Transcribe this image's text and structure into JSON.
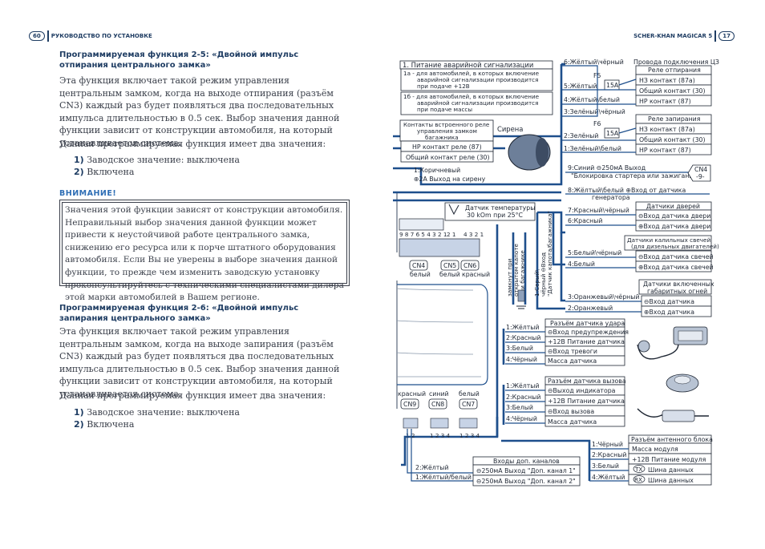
{
  "header": {
    "left_page": "60",
    "left_title": "РУКОВОДСТВО ПО УСТАНОВКЕ",
    "right_title": "SCHER-KHAN MAGICAR 5",
    "right_page": "17"
  },
  "section1": {
    "title_line1": "Программируемая функция 2-5: «Двойной импульс",
    "title_line2": "отпирания центрального замка»",
    "p1": "Эта функция включает такой режим управления центральным замком, когда на выходе отпирания (разъём CN3) каждый раз будет появляться два последовательных импульса длительностью в 0.5 сек. Выбор значения данной функции зависит от конструкции автомобиля, на который устанавливается система.",
    "p2": "Данная программируемая функция имеет два значения:",
    "v1_num": "1)",
    "v1": "Заводское значение: выключена",
    "v2_num": "2)",
    "v2": "Включена"
  },
  "warning": {
    "title": "ВНИМАНИЕ!",
    "text": "Значения этой функции зависят от конструкции автомобиля. Неправильный выбор значения данной функции может привести к неустойчивой работе центрального замка, снижению его ресурса или к порче штатного оборудования автомобиля. Если Вы не уверены в выборе значения данной функции, то прежде чем изменить заводскую установку проконсультируйтесь с техническими специалистами дилера этой марки автомобилей в Вашем регионе."
  },
  "section2": {
    "title_line1": "Программируемая функция 2-6: «Двойной импульс",
    "title_line2": "запирания центрального замка»",
    "p1": "Эта функция включает такой режим управления центральным замком, когда на выходе запирания (разъём CN3) каждый раз будет появляться два последовательных импульса длительностью в 0.5 сек. Выбор значения данной функции зависит от конструкции автомобиля, на который устанавливается система.",
    "p2": "Данная программируемая функция имеет два значения:",
    "v1_num": "1)",
    "v1": "Заводское значение: выключена",
    "v2_num": "2)",
    "v2": "Включена"
  },
  "diagram": {
    "alarm_title": "1. Питание аварийной сигнализации",
    "alarm_1a": [
      "1а - для автомобилей, в которых включение",
      "аварийной сигнализации производится",
      "при подаче +12В"
    ],
    "alarm_1b": [
      "1б - для автомобилей, в которых включение",
      "аварийной сигнализации производится",
      "при подаче массы"
    ],
    "trunk_title": [
      "Контакты встроенного реле",
      "управления замком",
      "багажника"
    ],
    "trunk_nc": "НР контакт реле (87)",
    "trunk_com": "Общий контакт реле (30)",
    "siren": "Сирена",
    "siren_wire1": "1:Коричневый",
    "siren_wire2": "⊕2А Выход на сирену",
    "cz_title": "Провода подключения ЦЗ",
    "unlock_title": "Реле отпирания",
    "unlock_items": [
      "НЗ контакт (87а)",
      "Общий контакт (30)",
      "НР контакт (87)"
    ],
    "lock_title": "Реле запирания",
    "lock_items": [
      "НЗ контакт (87а)",
      "Общий контакт (30)",
      "НР контакт (87)"
    ],
    "fuse_f5": "F5",
    "fuse_f6": "F6",
    "fuse_val": "15A",
    "wires_top": [
      "6:Жёлтый\\чёрный",
      "5:Жёлтый",
      "4:Жёлтый\\белый",
      "3:Зелёный\\чёрный",
      "2:Зелёный",
      "1:Зелёный\\белый"
    ],
    "blue_out": "9:Синий ⊖250мА Выход",
    "blue_out2": "\"Блокировка стартера или зажигания\"",
    "cn4": "CN4",
    "cn4_pin": "-9-",
    "gen_line1": "8:Жёлтый\\белый ⊕Вход от датчика",
    "gen_line2": "генератора",
    "temp_title": "Датчик температуры",
    "temp_val": "30 kOm при 25°C",
    "pins_cn4": "9 8 7 6 5 4 3 2 1",
    "pins_cn5": "2 1",
    "pins_cn6": "4 3 2 1",
    "cn_left": [
      {
        "name": "CN4",
        "color": "белый"
      },
      {
        "name": "CN5",
        "color": "белый"
      },
      {
        "name": "CN6",
        "color": "красный"
      }
    ],
    "hood_text": [
      "замкнут при",
      "открытом капоте",
      "или багажнике"
    ],
    "wire_grey": [
      "1:Серый\\",
      "чёрный ⊖Вход"
    ],
    "wire_trunk": "\"Датчик капота/багажника\"",
    "doors_title": "Датчики дверей",
    "doors_items": [
      "⊖Вход датчика двери",
      "⊕Вход датчика двери"
    ],
    "doors_wires": [
      "7:Красный\\чёрный",
      "6:Красный"
    ],
    "glow_title": [
      "Датчики калильных свечей",
      "(для дизельных двигателей)"
    ],
    "glow_items": [
      "⊖Вход датчика свечей",
      "⊕Вход датчика свечей"
    ],
    "glow_wires": [
      "5:Белый\\чёрный",
      "4:Белый"
    ],
    "park_title": [
      "Датчики включенных",
      "габаритных огней"
    ],
    "park_items": [
      "⊖Вход датчика",
      "⊕Вход датчика"
    ],
    "park_wires": [
      "3:Оранжевый\\чёрный",
      "2:Оранжевый"
    ],
    "shock_title": "Разъём датчика удара",
    "shock_items": [
      "⊖Вход предупреждения",
      "+12В Питание датчика",
      "⊖Вход тревоги",
      "Масса датчика"
    ],
    "shock_wires": [
      "1:Жёлтый",
      "2:Красный",
      "3:Белый",
      "4:Чёрный"
    ],
    "call_title": "Разъём датчика вызова",
    "call_items": [
      "⊖Выход индикатора",
      "+12В Питание датчика",
      "⊖Вход вызова",
      "Масса датчика"
    ],
    "call_wires": [
      "1:Жёлтый",
      "2:Красный",
      "3:Белый",
      "4:Чёрный"
    ],
    "cn_bottom": [
      {
        "name": "CN9",
        "color": "красный"
      },
      {
        "name": "CN8",
        "color": "синий"
      },
      {
        "name": "CN7",
        "color": "белый"
      }
    ],
    "pins_cn9": "1 2",
    "pins_cn8": "1 2 3 4",
    "pins_cn7": "1 2 3 4",
    "aux_title": "Входы доп. каналов",
    "aux_items": [
      "⊖250мА Выход \"Доп. канал 1\"",
      "⊖250мА Выход \"Доп. канал 2\""
    ],
    "aux_wires": [
      "2:Жёлтый",
      "1:Жёлтый/белый"
    ],
    "ant_title": "Разъём антенного блока",
    "ant_items": [
      "Масса модуля",
      "+12В Питание модуля",
      "Шина данных",
      "Шина данных"
    ],
    "ant_tx": "TX",
    "ant_rx": "RX",
    "ant_wires": [
      "1:Чёрный",
      "2:Красный",
      "3:Белый",
      "4:Жёлтый"
    ]
  }
}
